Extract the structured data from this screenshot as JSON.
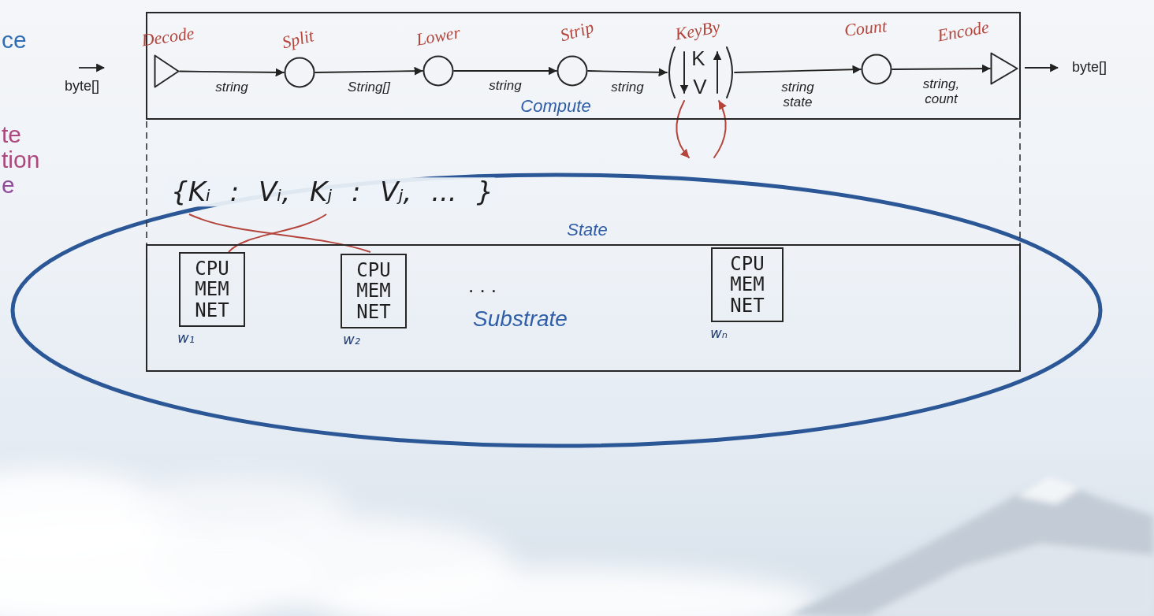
{
  "diagram": {
    "nodes": [
      {
        "text": [
          "Compute"
        ]
      },
      {
        "text": [
          "Decode"
        ],
        "in": 0
      },
      {
        "text": [
          "Split"
        ],
        "in": 0
      },
      {
        "text": [
          "Lower"
        ],
        "in": 0
      },
      {
        "text": [
          "Strip"
        ],
        "in": 0
      },
      {
        "text": [
          "KeyBy",
          "K",
          "V"
        ],
        "in": 0
      },
      {
        "text": [
          "Count"
        ],
        "in": 0
      },
      {
        "text": [
          "Encode"
        ],
        "in": 0
      },
      {
        "text": [
          "{Kᵢ : Vᵢ, Kⱼ : Vⱼ, ... }",
          "State"
        ]
      },
      {
        "text": [
          "Substrate"
        ]
      },
      {
        "text": [
          "CPU MEM NET",
          "w₁"
        ],
        "in": 9
      },
      {
        "text": [
          "CPU MEM NET",
          "w₂"
        ],
        "in": 9
      },
      {
        "text": [
          "CPU MEM NET",
          "wₙ"
        ],
        "in": 9
      }
    ],
    "edges": [
      {
        "from": 1,
        "to": 2,
        "label": "string",
        "arrow": "to"
      },
      {
        "from": 2,
        "to": 3,
        "label": "String[]",
        "arrow": "to"
      },
      {
        "from": 3,
        "to": 4,
        "label": "string",
        "arrow": "to"
      },
      {
        "from": 4,
        "to": 5,
        "label": "string",
        "arrow": "to"
      },
      {
        "from": 5,
        "to": 6,
        "label": "string state",
        "arrow": "to"
      },
      {
        "from": 6,
        "to": 7,
        "label": "string, count",
        "arrow": "to"
      },
      {
        "from": 5,
        "to": 8,
        "arrow": "to"
      },
      {
        "from": 8,
        "to": 5,
        "arrow": "to"
      }
    ],
    "labels": [
      "ce",
      "te",
      "tion",
      "e",
      "byte[]",
      "byte[]",
      ". . ."
    ]
  }
}
